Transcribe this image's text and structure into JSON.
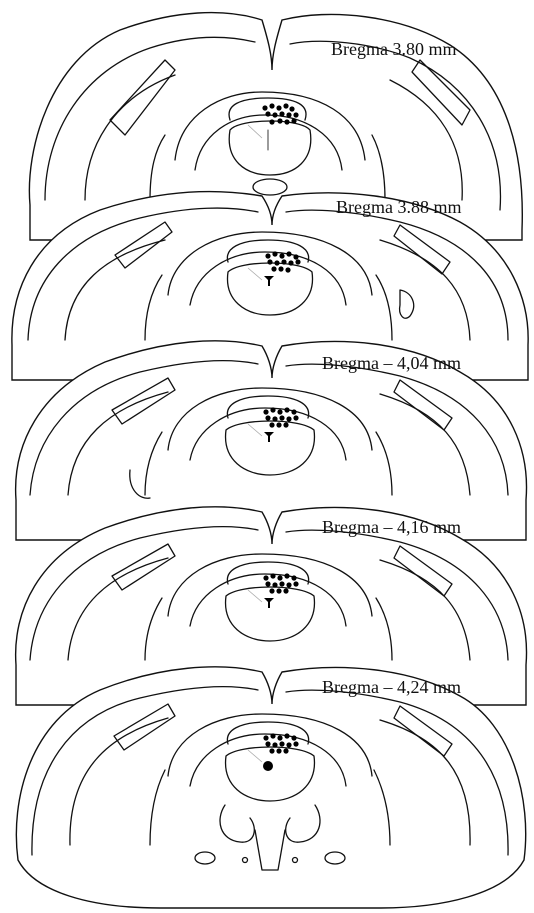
{
  "figure": {
    "sections": [
      {
        "label": "Bregma 3.80 mm"
      },
      {
        "label": "Bregma 3.88 mm"
      },
      {
        "label": "Bregma – 4,04  mm"
      },
      {
        "label": "Bregma – 4,16  mm"
      },
      {
        "label": "Bregma – 4,24  mm"
      }
    ]
  }
}
